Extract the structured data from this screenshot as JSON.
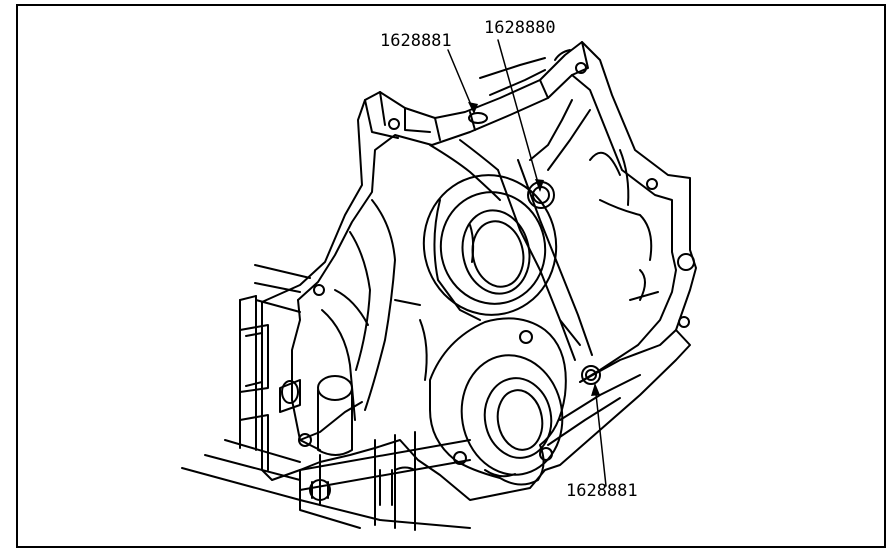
{
  "diagram": {
    "callouts": [
      {
        "id": "top-left",
        "text": "1628881"
      },
      {
        "id": "top-right",
        "text": "1628880"
      },
      {
        "id": "bottom-right",
        "text": "1628881"
      }
    ],
    "colors": {
      "ink": "#000000",
      "paper": "#ffffff"
    }
  }
}
